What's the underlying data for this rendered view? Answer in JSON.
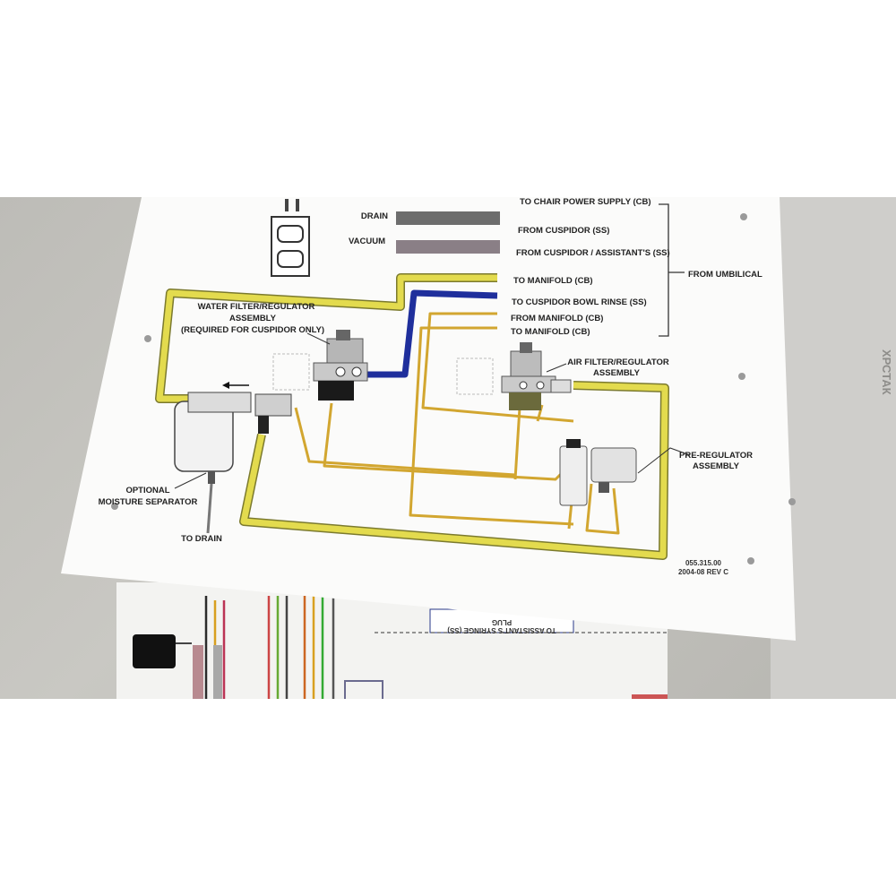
{
  "legend": {
    "drain": "DRAIN",
    "vacuum": "VACUUM",
    "drain_color": "#6d6d6d",
    "vacuum_color": "#8a7f86"
  },
  "lines": {
    "chair_power": "TO CHAIR POWER SUPPLY (CB)",
    "from_cuspidor": "FROM CUSPIDOR (SS)",
    "from_cuspidor_assistant": "FROM CUSPIDOR / ASSISTANT'S (SS)",
    "to_manifold": "TO MANIFOLD (CB)",
    "to_cuspidor_bowl": "TO CUSPIDOR BOWL RINSE (SS)",
    "from_manifold": "FROM MANIFOLD (CB)",
    "to_manifold_2": "TO MANIFOLD (CB)",
    "from_umbilical": "FROM UMBILICAL"
  },
  "components": {
    "water_filter_1": "WATER FILTER/REGULATOR",
    "water_filter_2": "ASSEMBLY",
    "water_filter_3": "(REQUIRED FOR CUSPIDOR ONLY)",
    "air_filter_1": "AIR FILTER/REGULATOR",
    "air_filter_2": "ASSEMBLY",
    "pre_regulator_1": "PRE-REGULATOR",
    "pre_regulator_2": "ASSEMBLY",
    "moisture_1": "OPTIONAL",
    "moisture_2": "MOISTURE SEPARATOR",
    "to_drain": "TO DRAIN"
  },
  "doc": {
    "number": "055.315.00",
    "revision": "2004-08 REV C"
  },
  "lower_sheet": {
    "text_1": "PLUG",
    "text_2": "TO ASSISTANT'S SYRINGE (SS)"
  },
  "colors": {
    "yellow_tube": "#e3db4e",
    "blue_tube": "#1f2f9c",
    "amber_tube": "#d2a630"
  }
}
